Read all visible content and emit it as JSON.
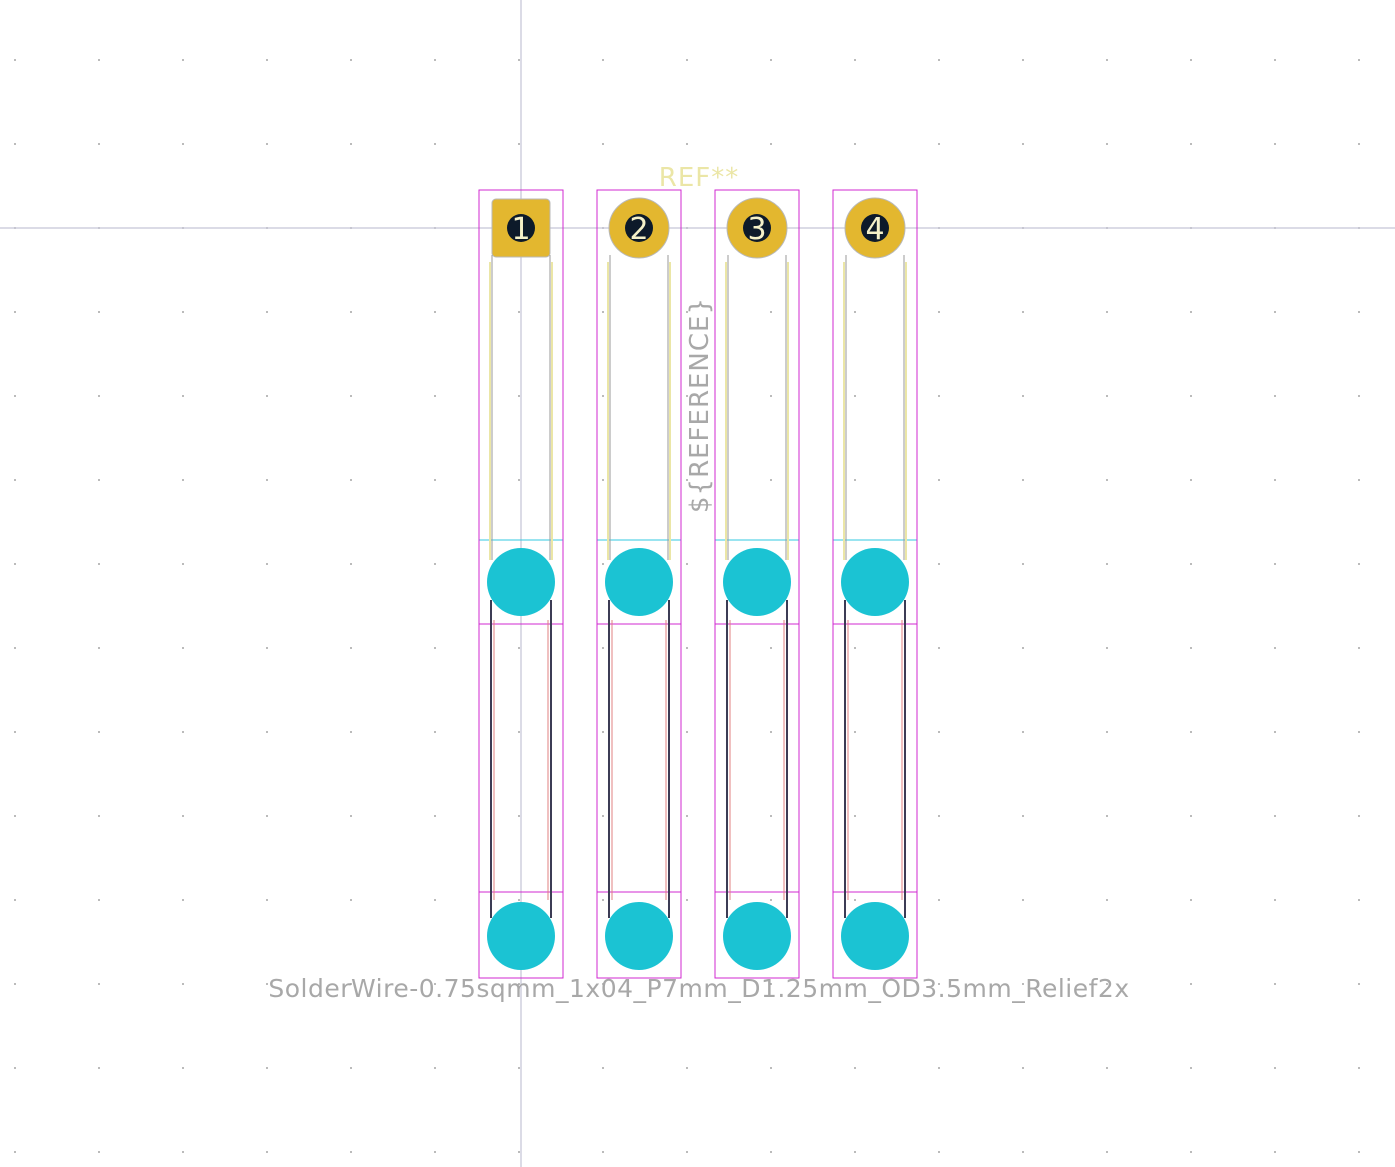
{
  "footprint": {
    "reference_designator": "REF**",
    "reference_field": "${REFERENCE}",
    "value_name": "SolderWire-0.75sqmm_1x04_P7mm_D1.25mm_OD3.5mm_Relief2x"
  },
  "pads": [
    {
      "number": "1",
      "shape": "rect"
    },
    {
      "number": "2",
      "shape": "circle"
    },
    {
      "number": "3",
      "shape": "circle"
    },
    {
      "number": "4",
      "shape": "circle"
    }
  ],
  "relief_holes_per_pad": 2,
  "colors": {
    "background": "#ffffff",
    "copper_pad": "#e3b72f",
    "drill_hole": "#0d1a2a",
    "pad_number": "#f5f1c8",
    "relief_hole": "#1bc3d3",
    "courtyard": "#d129d1",
    "fab_outline": "#33c8e0",
    "silkscreen": "#ebe6a6",
    "fab_text": "#a8a8a8",
    "crosshair": "#b7b7cc",
    "grid_dot": "#8b8b8b"
  }
}
